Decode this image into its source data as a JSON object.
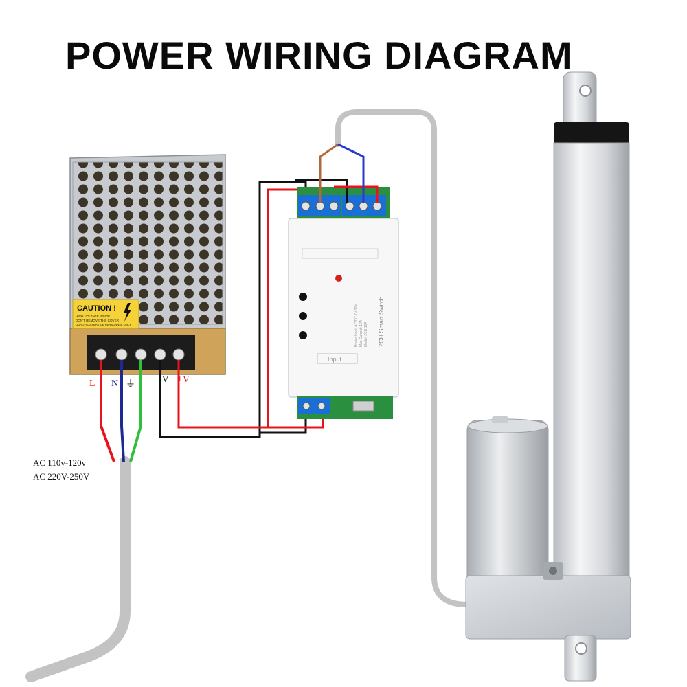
{
  "title": "POWER WIRING DIAGRAM",
  "power_supply": {
    "caution_title": "CAUTION !",
    "caution_lines": [
      "HIGH VOLTAGE INSIDE",
      "DON'T REMOVE THE COVER",
      "QUALIFIED SERVICE PERSONNEL ONLY"
    ],
    "terminals": {
      "live": "L",
      "neutral": "N",
      "earth": "⏚",
      "negative": "-V",
      "positive": "+V"
    }
  },
  "ac_input": {
    "line1": "AC 110v-120v",
    "line2": "AC 220V-250V"
  },
  "switch_module": {
    "name": "2CH Smart Switch",
    "spec_lines": [
      "Power Input: AC/DC 7V-32V",
      "Max Current: 10A",
      "Model: 2CH 10A"
    ],
    "input_label": "Input"
  },
  "colors": {
    "live_wire": "#e8141c",
    "neutral_wire": "#1d2a8f",
    "earth_wire": "#2fbf3a",
    "negative_wire": "#111111",
    "positive_wire": "#e8141c",
    "brown_wire": "#b06a3a",
    "blue_wire": "#2a3bc7",
    "cable": "#c3c3c3",
    "terminal_blue": "#1a6fd6"
  }
}
